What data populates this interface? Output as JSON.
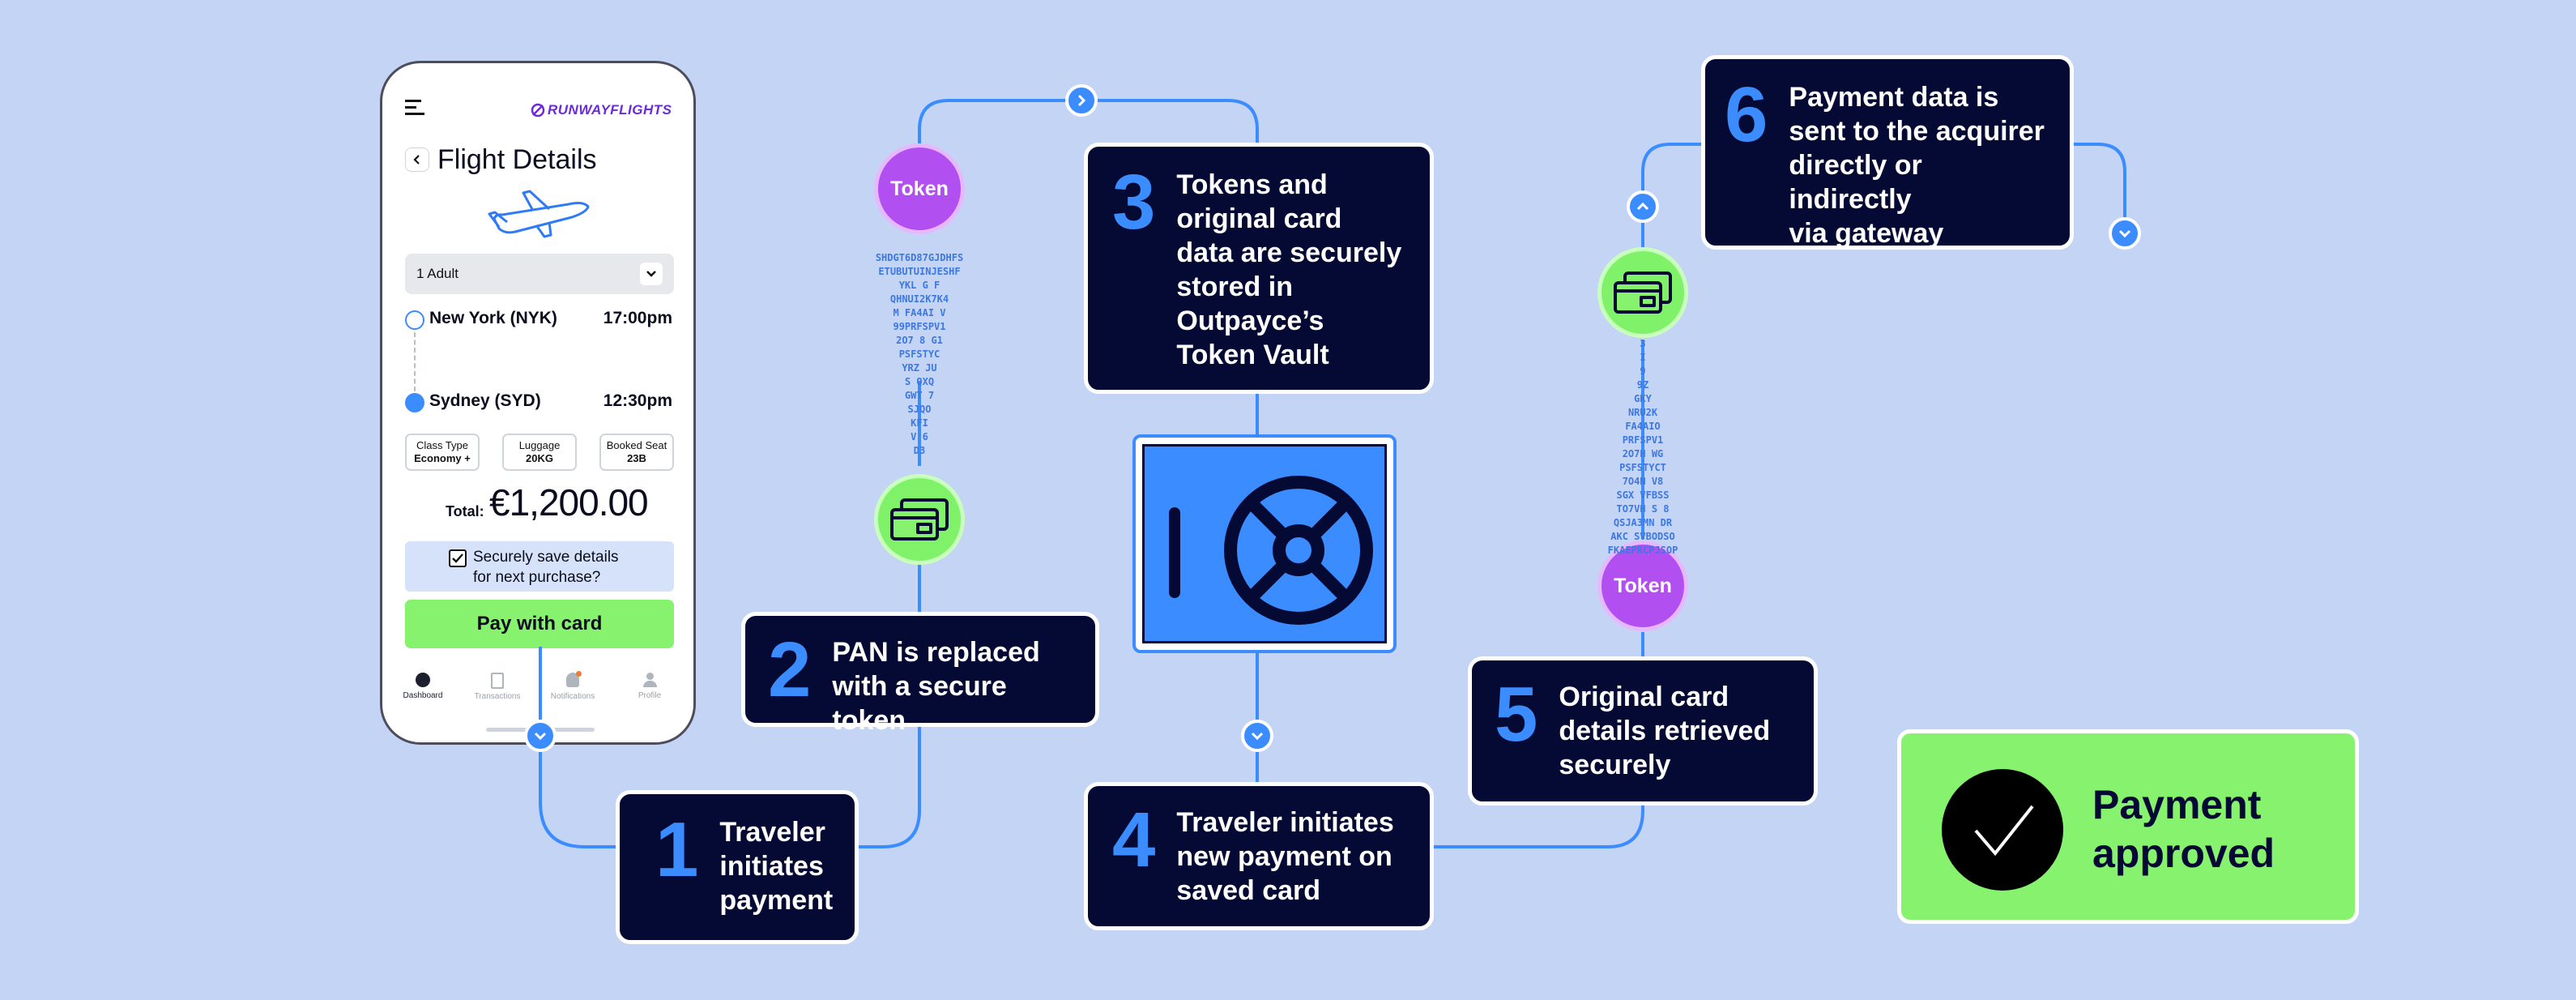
{
  "colors": {
    "background": "#c4d4f5",
    "panel": "#050a35",
    "accent": "#3b8cff",
    "token": "#b24ff0",
    "green": "#86f26e"
  },
  "phone": {
    "brand": "RUNWAYFLIGHTS",
    "title": "Flight Details",
    "passengers": "1 Adult",
    "from_city": "New York (NYK)",
    "from_time": "17:00pm",
    "to_city": "Sydney (SYD)",
    "to_time": "12:30pm",
    "chips": [
      {
        "label": "Class Type",
        "value": "Economy +"
      },
      {
        "label": "Luggage",
        "value": "20KG"
      },
      {
        "label": "Booked Seat",
        "value": "23B"
      }
    ],
    "total_label": "Total:",
    "total_value": "€1,200.00",
    "save_text": "Securely save details\nfor next purchase?",
    "pay_button": "Pay with card",
    "nav": [
      {
        "label": "Dashboard",
        "icon": "dashboard-icon"
      },
      {
        "label": "Transactions",
        "icon": "transactions-icon"
      },
      {
        "label": "Notifications",
        "icon": "notifications-icon"
      },
      {
        "label": "Profile",
        "icon": "profile-icon"
      }
    ]
  },
  "steps": [
    {
      "num": "1",
      "text": "Traveler\ninitiates\npayment"
    },
    {
      "num": "2",
      "text": "PAN is replaced\nwith a secure token"
    },
    {
      "num": "3",
      "text": "Tokens and\noriginal card\ndata are securely\nstored in\nOutpayce’s\nToken Vault"
    },
    {
      "num": "4",
      "text": "Traveler initiates\nnew payment on\nsaved card"
    },
    {
      "num": "5",
      "text": "Original card\ndetails retrieved\nsecurely"
    },
    {
      "num": "6",
      "text": "Payment data is\nsent to the acquirer\ndirectly or indirectly\nvia gateway"
    }
  ],
  "token_label": "Token",
  "stream_left": "SHDGT6D87GJDHFS\nETUBUTUINJESHF\nYKL  G         F\nQHNUI2K7K4\nM  FA4AI  V\n99PRFSPV1\n2O7  8   G1\nPSFSTYC\nYRZ  JU\nS  QXQ\nGWT 7\nSJQO\nKFI\nV 6\nD3",
  "stream_right": "3\nI\n9\n9Z\nGKY\nNRU2K\nFA4AIO\nPRFSPV1\n2O7H  WG\nPSFSTYCT\n7O4N     V8\nSGX  VFBSS\nTO7VH  S     8\nQSJA3MN   DR\nAKC  SVBODSO\nFKAEPRCPJSOP",
  "result": {
    "text": "Payment\napproved",
    "icon": "checkmark-icon"
  }
}
